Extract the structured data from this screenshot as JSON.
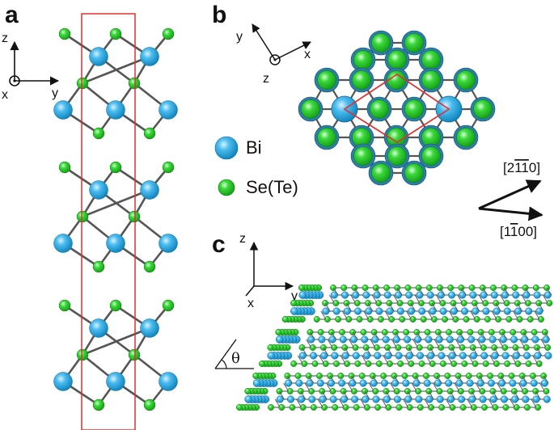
{
  "panels": {
    "a": "a",
    "b": "b",
    "c": "c"
  },
  "axes_a": {
    "z": "z",
    "y": "y",
    "x": "x"
  },
  "axes_b": {
    "y": "y",
    "x": "x",
    "z": "z"
  },
  "axes_c": {
    "z": "z",
    "y": "y",
    "x": "x"
  },
  "legend": [
    {
      "label": "Bi",
      "color": "#29a9e0"
    },
    {
      "label": "Se(Te)",
      "color": "#2ecc2e"
    }
  ],
  "directions": {
    "upper": "[2‾1‾10]",
    "lower": "[1‾100]"
  },
  "directions_text": {
    "upper_pre": "[2",
    "upper_bar1": "1",
    "upper_bar2": "1",
    "upper_post": "0]",
    "lower_pre": "[1",
    "lower_bar": "1",
    "lower_post": "00]"
  },
  "angle_label": "θ",
  "colors": {
    "bi": "#29a9e0",
    "se": "#2ecc2e",
    "bond": "#555555",
    "cell": "#e03030"
  }
}
